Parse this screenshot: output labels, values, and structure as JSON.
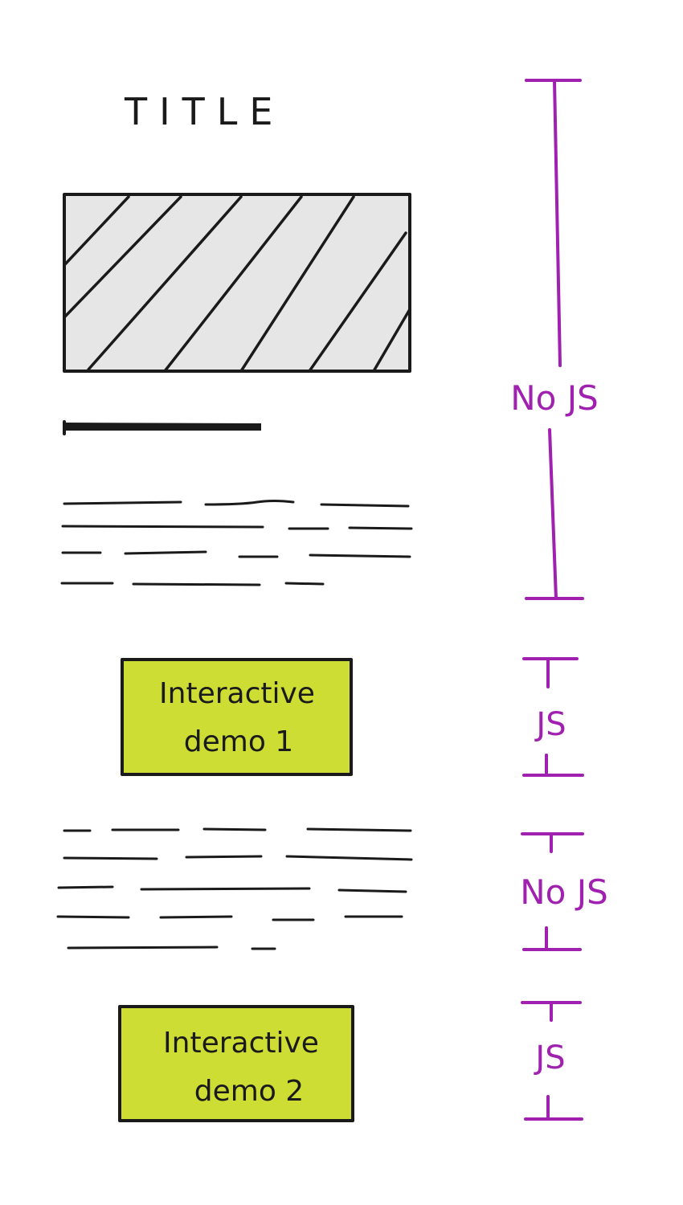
{
  "page": {
    "title": "TITLE"
  },
  "hero_image": {
    "icon": "hatched-placeholder-image"
  },
  "demos": [
    {
      "line1": "Interactive",
      "line2": "demo 1"
    },
    {
      "line1": "Interactive",
      "line2": "demo 2"
    }
  ],
  "annotations": [
    {
      "label": "No JS"
    },
    {
      "label": "JS"
    },
    {
      "label": "No JS"
    },
    {
      "label": "JS"
    }
  ],
  "colors": {
    "ink": "#1a1a1a",
    "annotation": "#a020b0",
    "demo_fill": "#cddd34",
    "image_fill": "#e6e6e6"
  }
}
